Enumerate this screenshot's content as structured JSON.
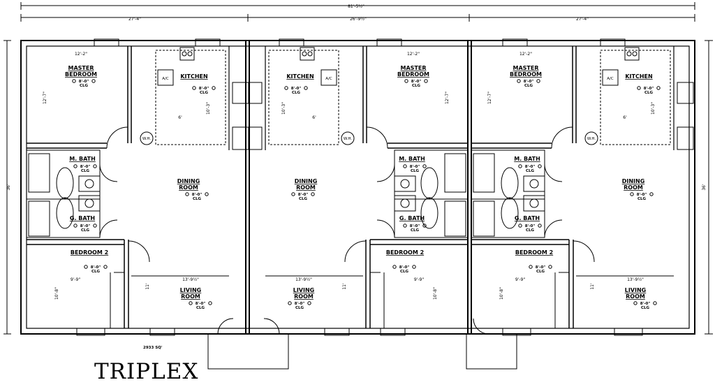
{
  "title": "TRIPLEX",
  "area": "2933 SQ'",
  "dimensions": {
    "overall_width": "81'-5½\"",
    "unit_width_left": "27'-4\"",
    "unit_width_center": "26'-9½\"",
    "unit_width_right": "27'-4\"",
    "overall_depth": "36'"
  },
  "ceiling_note": "8'-0\" CLG",
  "rooms": {
    "master_bedroom": "MASTER BEDROOM",
    "kitchen": "KITCHEN",
    "dining_room": "DINING ROOM",
    "m_bath": "M. BATH",
    "g_bath": "G. BATH",
    "bedroom_2": "BEDROOM 2",
    "living_room": "LIVING ROOM"
  },
  "fixtures": {
    "ac": "A/C",
    "wh": "W.H."
  },
  "room_dims": {
    "master_width": "12'-2\"",
    "master_depth": "12'-7\"",
    "kitchen_width": "6'",
    "kitchen_depth": "10'-3\"",
    "living_width": "13'-9½\"",
    "living_depth": "11'",
    "bed2_width": "9'-9\"",
    "bed2_depth": "10'-8\""
  }
}
